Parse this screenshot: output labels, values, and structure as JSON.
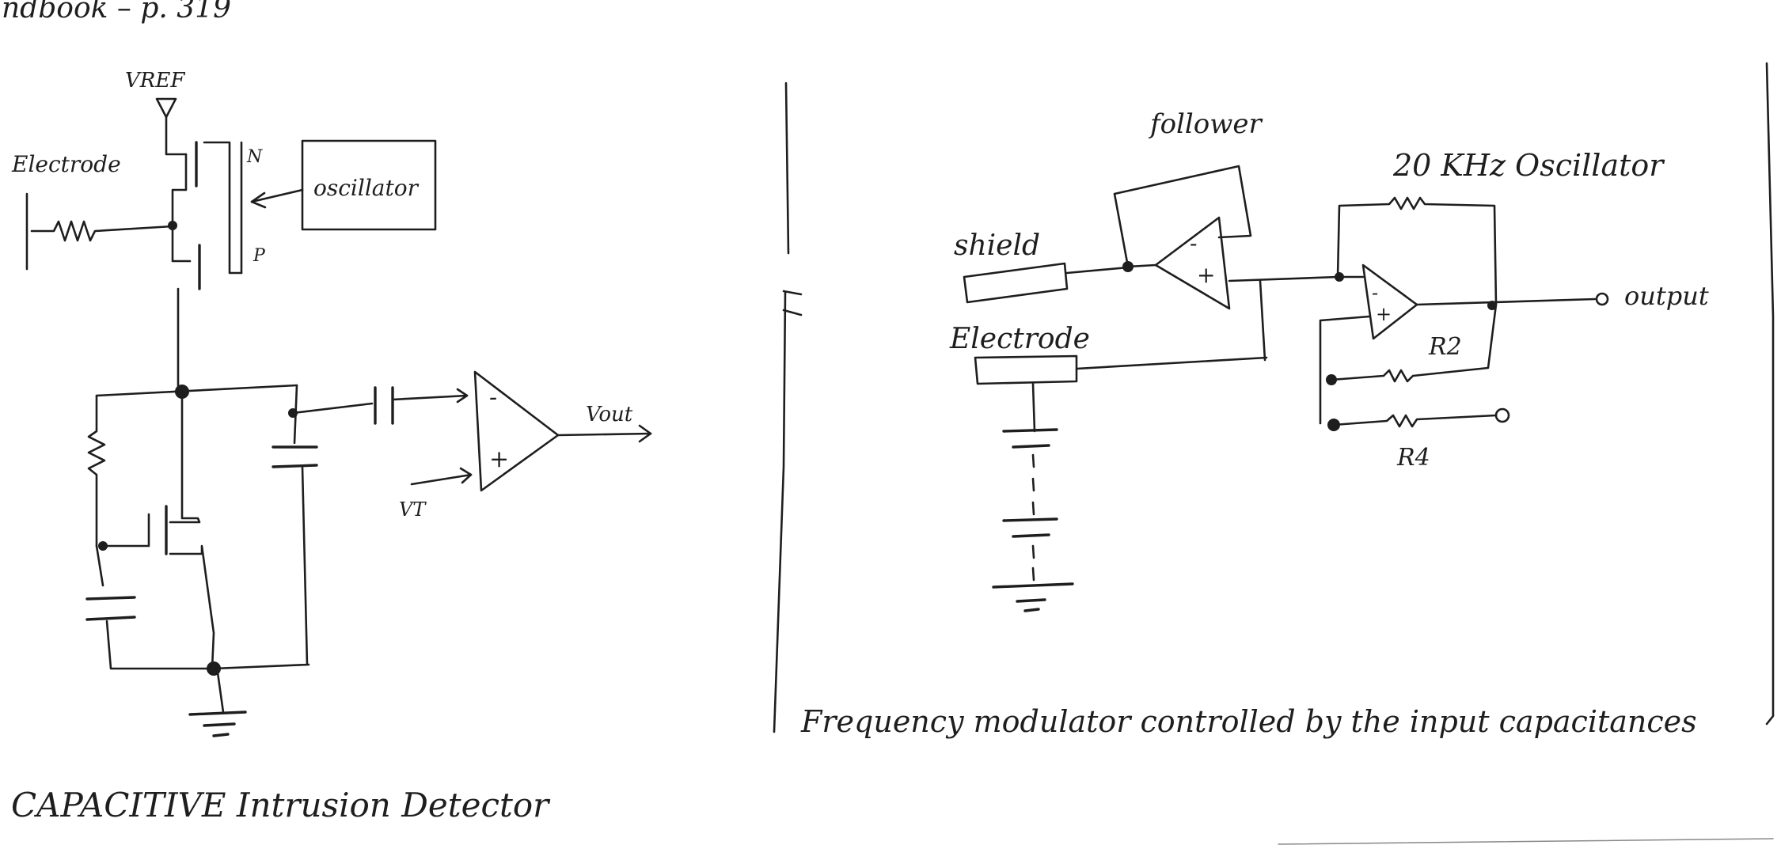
{
  "header": {
    "text": "ndbook – p. 319"
  },
  "left_circuit": {
    "vref": "VREF",
    "electrode": "Electrode",
    "n_label": "N",
    "p_label": "P",
    "oscillator": "oscillator",
    "minus": "-",
    "plus": "+",
    "vout": "Vout",
    "vt": "VT",
    "caption": "CAPACITIVE Intrusion Detector"
  },
  "right_circuit": {
    "follower": "follower",
    "oscillator_label": "20 KHz Oscillator",
    "shield": "shield",
    "electrode": "Electrode",
    "output": "output",
    "r2": "R2",
    "r4": "R4",
    "follower_minus": "-",
    "follower_plus": "+",
    "amp_minus": "-",
    "amp_plus": "+",
    "caption": "Frequency modulator controlled by the input capacitances"
  }
}
